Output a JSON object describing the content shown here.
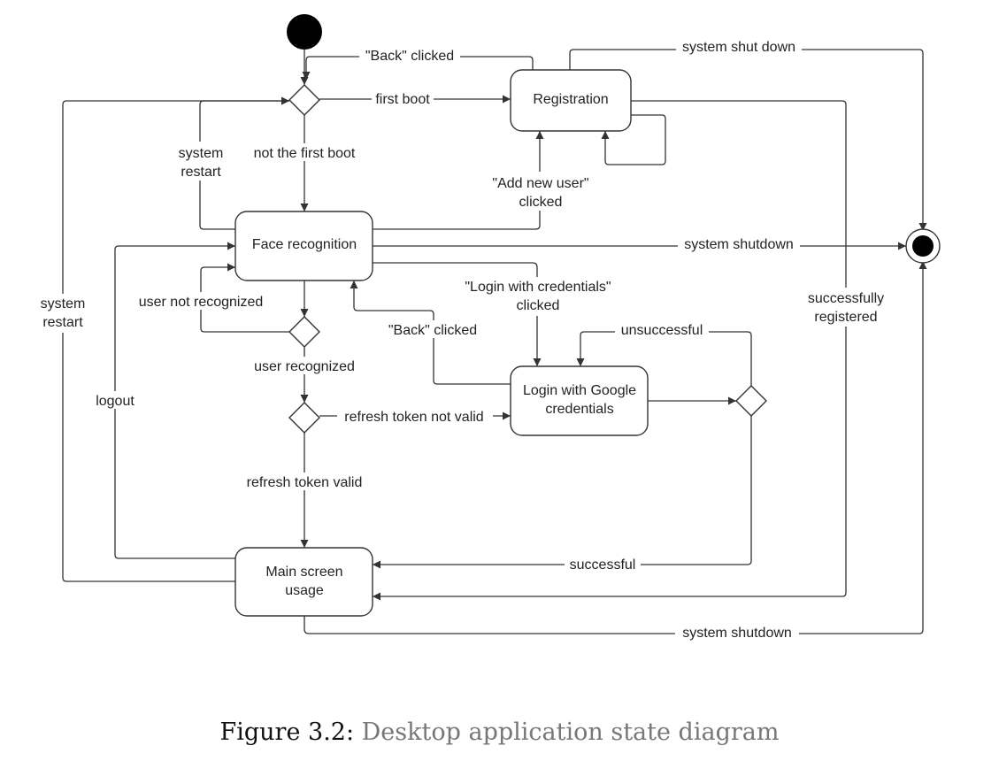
{
  "states": {
    "registration": "Registration",
    "face_recognition": "Face recognition",
    "login_google_1": "Login with Google",
    "login_google_2": "credentials",
    "main_screen_1": "Main screen",
    "main_screen_2": "usage"
  },
  "transitions": {
    "back_clicked_top": "\"Back\" clicked",
    "first_boot": "first boot",
    "system_shut_down": "system shut down",
    "system_restart_1a": "system",
    "system_restart_1b": "restart",
    "not_first_boot": "not the first boot",
    "add_new_user_1": "\"Add new user\"",
    "add_new_user_2": "clicked",
    "system_shutdown_mid": "system shutdown",
    "system_restart_2a": "system",
    "system_restart_2b": "restart",
    "user_not_recognized": "user not recognized",
    "login_credentials_1": "\"Login with credentials\"",
    "login_credentials_2": "clicked",
    "successfully_registered_1": "successfully",
    "successfully_registered_2": "registered",
    "back_clicked_mid": "\"Back\" clicked",
    "unsuccessful": "unsuccessful",
    "user_recognized": "user recognized",
    "logout": "logout",
    "refresh_not_valid": "refresh token not valid",
    "refresh_valid": "refresh token valid",
    "successful": "successful",
    "system_shutdown_bottom": "system shutdown"
  },
  "caption": {
    "number": "Figure 3.2:",
    "text": "Desktop application state diagram"
  }
}
